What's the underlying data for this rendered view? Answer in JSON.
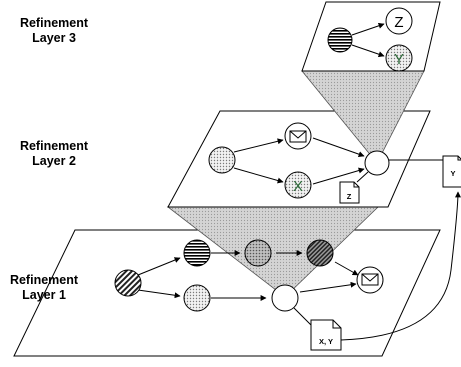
{
  "labels": {
    "layer3_line1": "Refinement",
    "layer3_line2": "Layer 3",
    "layer2_line1": "Refinement",
    "layer2_line2": "Layer 2",
    "layer1_line1": "Refinement",
    "layer1_line2": "Layer 1"
  },
  "nodes": {
    "layer3_top_event": "Z",
    "layer3_bottom_event": "Y",
    "layer2_lower_event": "X"
  },
  "documents": {
    "layer2_doc": "Z",
    "side_doc": "Y",
    "layer1_doc": "X, Y"
  }
}
